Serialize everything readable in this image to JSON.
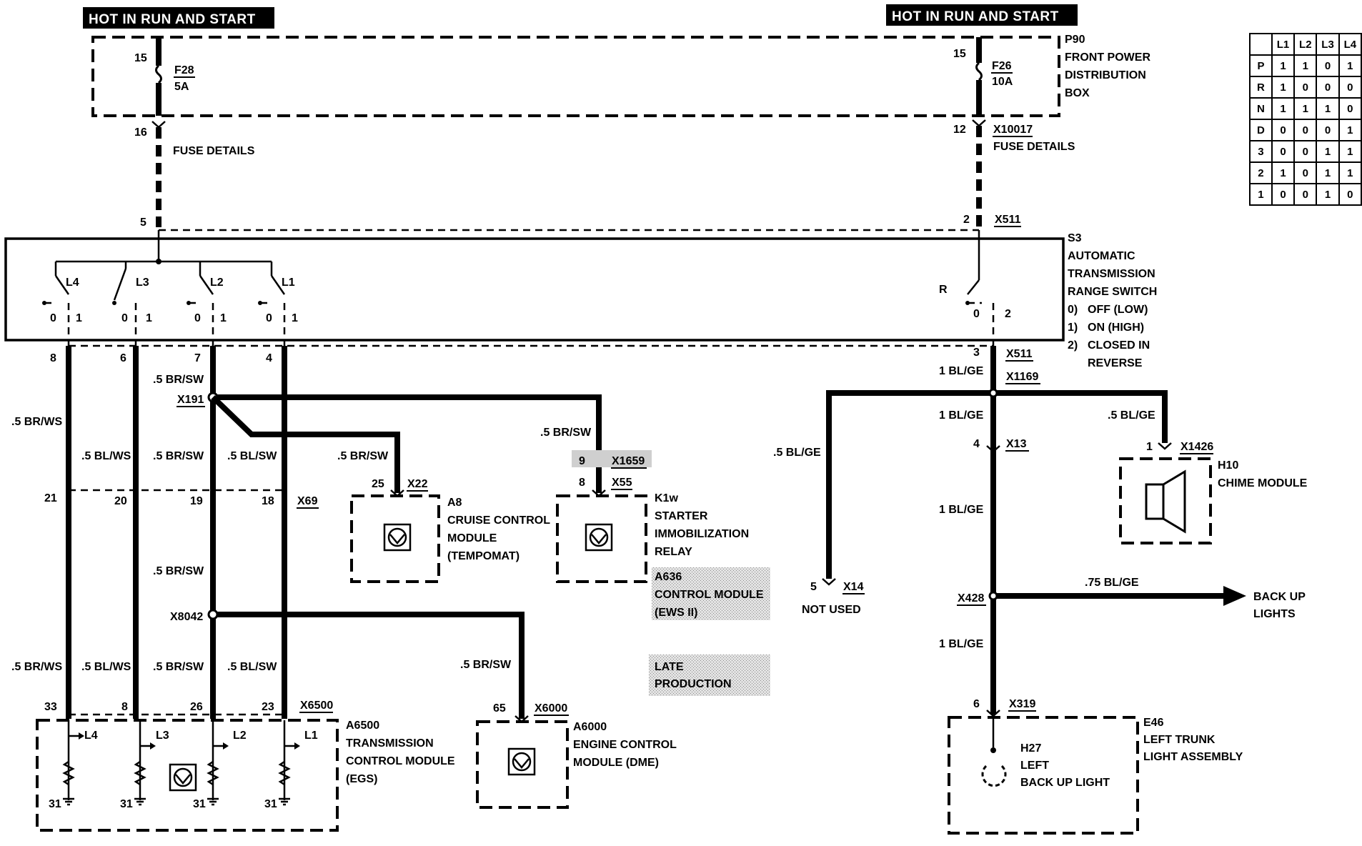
{
  "banners": {
    "left": "HOT IN RUN AND START",
    "right": "HOT IN RUN AND START"
  },
  "p90": {
    "id": "P90",
    "name_lines": [
      "FRONT POWER",
      "DISTRIBUTION",
      "BOX"
    ],
    "fuse_left": {
      "pin_in": "15",
      "id": "F28",
      "rating": "5A",
      "pin_out": "16"
    },
    "fuse_right": {
      "pin_in": "15",
      "id": "F26",
      "rating": "10A",
      "pin_out": "12"
    }
  },
  "fuse_details": {
    "left": "FUSE DETAILS",
    "right": "FUSE DETAILS",
    "right_connector": "X10017"
  },
  "s3": {
    "id": "S3",
    "name_lines": [
      "AUTOMATIC",
      "TRANSMISSION",
      "RANGE SWITCH"
    ],
    "legend": [
      {
        "num": "0)",
        "text": "OFF (LOW)"
      },
      {
        "num": "1)",
        "text": "ON (HIGH)"
      },
      {
        "num": "2)",
        "text": "CLOSED IN",
        "cont": "REVERSE"
      }
    ],
    "input_left_pin": "5",
    "input_right_pin": "2",
    "input_right_conn": "X511",
    "switches": [
      {
        "label": "L4",
        "pos0": "0",
        "pos1": "1",
        "out_pin": "8"
      },
      {
        "label": "L3",
        "pos0": "0",
        "pos1": "1",
        "out_pin": "6"
      },
      {
        "label": "L2",
        "pos0": "0",
        "pos1": "1",
        "out_pin": "7"
      },
      {
        "label": "L1",
        "pos0": "0",
        "pos1": "1",
        "out_pin": "4"
      }
    ],
    "reverse": {
      "label": "R",
      "pos0": "0",
      "pos2": "2",
      "out_pin": "3",
      "out_conn": "X511"
    }
  },
  "wires": {
    "w8a": ".5 BR/WS",
    "w6a": ".5 BL/WS",
    "w7a": ".5 BR/SW",
    "w4a": ".5 BL/SW",
    "w7top": ".5 BR/SW",
    "splice_x191": "X191",
    "to_a8": ".5 BR/SW",
    "to_k1w": ".5 BR/SW",
    "w7mid": ".5 BR/SW",
    "splice_x8042": "X8042",
    "to_a6000": ".5 BR/SW",
    "w8b": ".5 BR/WS",
    "w6b": ".5 BL/WS",
    "w7b": ".5 BR/SW",
    "w4b": ".5 BL/SW",
    "r_after_switch": "1 BL/GE",
    "r_splice": "X1169",
    "r_left": "1 BL/GE",
    "r_notused_wire": ".5 BL/GE",
    "r_chime_wire": ".5 BL/GE",
    "r_mid": "1 BL/GE",
    "r_backup_splice": "X428",
    "r_backup_wire": ".75 BL/GE",
    "r_low": "1 BL/GE"
  },
  "x69": {
    "id": "X69",
    "pins": [
      "21",
      "20",
      "19",
      "18"
    ]
  },
  "a8": {
    "id": "A8",
    "pin": "25",
    "conn": "X22",
    "name_lines": [
      "CRUISE CONTROL",
      "MODULE",
      "(TEMPOMAT)"
    ]
  },
  "k1w": {
    "id": "K1w",
    "pin": "8",
    "conn": "X55",
    "alt_pin": "9",
    "alt_conn": "X1659",
    "name_lines": [
      "STARTER",
      "IMMOBILIZATION",
      "RELAY"
    ]
  },
  "a636": {
    "id": "A636",
    "name_lines": [
      "CONTROL MODULE",
      "(EWS II)"
    ]
  },
  "late": {
    "lines": [
      "LATE",
      "PRODUCTION"
    ]
  },
  "a6500": {
    "id": "A6500",
    "conn": "X6500",
    "pins": [
      "33",
      "8",
      "26",
      "23"
    ],
    "name_lines": [
      "TRANSMISSION",
      "CONTROL MODULE",
      "(EGS)"
    ],
    "inner_labels": [
      "L4",
      "L3",
      "L2",
      "L1"
    ],
    "ground": "31"
  },
  "a6000": {
    "id": "A6000",
    "pin": "65",
    "conn": "X6000",
    "name_lines": [
      "ENGINE CONTROL",
      "MODULE (DME)"
    ]
  },
  "x14": {
    "pin": "5",
    "conn": "X14",
    "label": "NOT USED"
  },
  "x13": {
    "pin": "4",
    "conn": "X13"
  },
  "h10": {
    "id": "H10",
    "pin": "1",
    "conn": "X1426",
    "name": "CHIME MODULE"
  },
  "backup": {
    "label_lines": [
      "BACK UP",
      "LIGHTS"
    ]
  },
  "e46": {
    "id": "E46",
    "pin": "6",
    "conn": "X319",
    "name_lines": [
      "LEFT TRUNK",
      "LIGHT ASSEMBLY"
    ],
    "lamp_id": "H27",
    "lamp_lines": [
      "LEFT",
      "BACK UP LIGHT"
    ]
  },
  "code_table": {
    "headers": [
      "",
      "L1",
      "L2",
      "L3",
      "L4"
    ],
    "rows": [
      [
        "P",
        "1",
        "1",
        "0",
        "1"
      ],
      [
        "R",
        "1",
        "0",
        "0",
        "0"
      ],
      [
        "N",
        "1",
        "1",
        "1",
        "0"
      ],
      [
        "D",
        "0",
        "0",
        "0",
        "1"
      ],
      [
        "3",
        "0",
        "0",
        "1",
        "1"
      ],
      [
        "2",
        "1",
        "0",
        "1",
        "1"
      ],
      [
        "1",
        "0",
        "0",
        "1",
        "0"
      ]
    ]
  }
}
